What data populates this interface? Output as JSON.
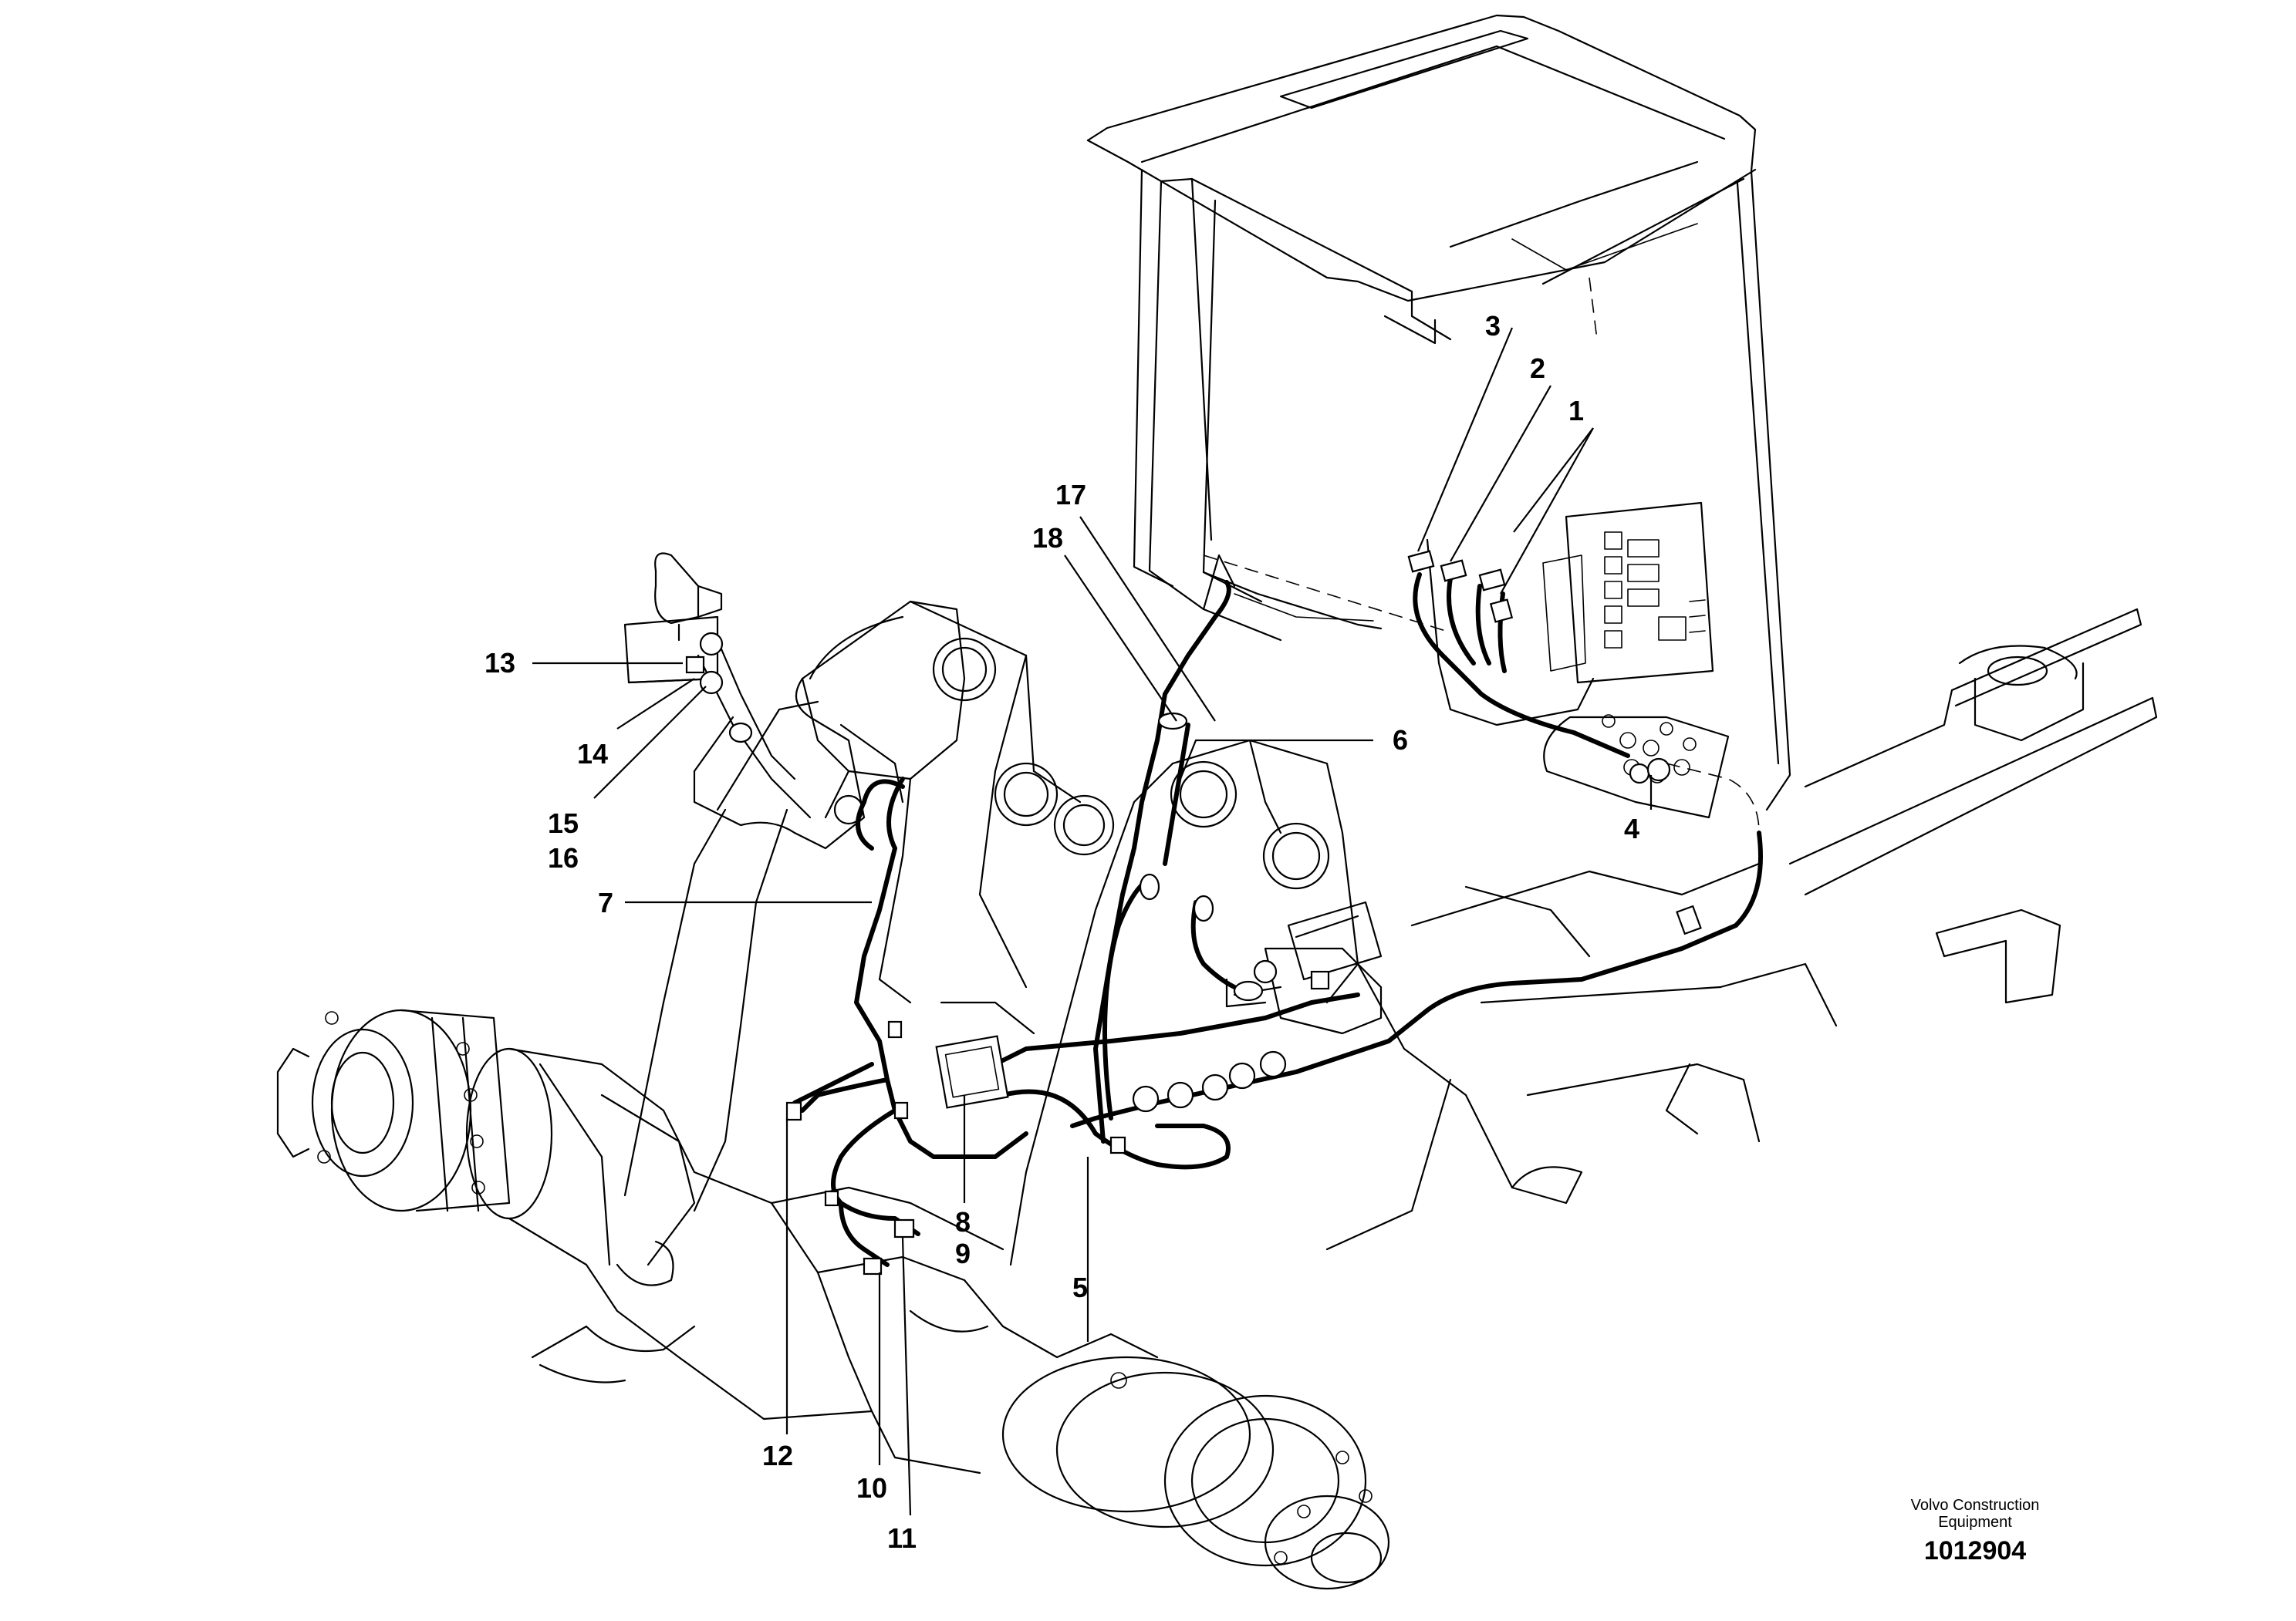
{
  "callouts": {
    "c1": "1",
    "c2": "2",
    "c3": "3",
    "c4": "4",
    "c5": "5",
    "c6": "6",
    "c7": "7",
    "c8": "8",
    "c9": "9",
    "c10": "10",
    "c11": "11",
    "c12": "12",
    "c13": "13",
    "c14": "14",
    "c15": "15",
    "c16": "16",
    "c17": "17",
    "c18": "18"
  },
  "footer": {
    "credit_line1": "Volvo Construction",
    "credit_line2": "Equipment",
    "part_number": "1012904"
  }
}
